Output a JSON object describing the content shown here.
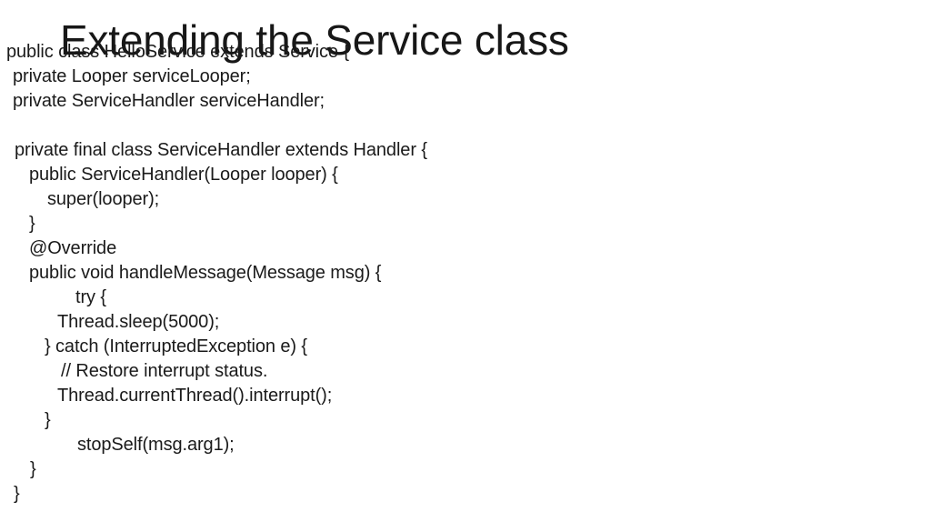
{
  "slide": {
    "title": "Extending the Service class",
    "background_color": "#ffffff",
    "title_color": "#171717",
    "body_color": "#1a1a1a"
  },
  "code": {
    "language": "java",
    "lines": [
      {
        "text": "public class HelloService extends Service {",
        "indent": 0
      },
      {
        "text": "private Looper serviceLooper;",
        "indent": 1
      },
      {
        "text": "private ServiceHandler serviceHandler;",
        "indent": 1
      },
      {
        "text": "",
        "indent": 0
      },
      {
        "text": "private final class ServiceHandler extends Handler {",
        "indent": 2
      },
      {
        "text": "public ServiceHandler(Looper looper) {",
        "indent": 3
      },
      {
        "text": "super(looper);",
        "indent": 4
      },
      {
        "text": "}",
        "indent": 3
      },
      {
        "text": "@Override",
        "indent": 3
      },
      {
        "text": "public void handleMessage(Message msg) {",
        "indent": 3
      },
      {
        "text": "try {",
        "indent": 8
      },
      {
        "text": "Thread.sleep(5000);",
        "indent": 6
      },
      {
        "text": "} catch (InterruptedException e) {",
        "indent": 5
      },
      {
        "text": "// Restore interrupt status.",
        "indent": 7
      },
      {
        "text": "Thread.currentThread().interrupt();",
        "indent": 6
      },
      {
        "text": "}",
        "indent": 5
      },
      {
        "text": "stopSelf(msg.arg1);",
        "indent": 9
      },
      {
        "text": "}",
        "indent": 10
      },
      {
        "text": "}",
        "indent": 11
      }
    ]
  }
}
